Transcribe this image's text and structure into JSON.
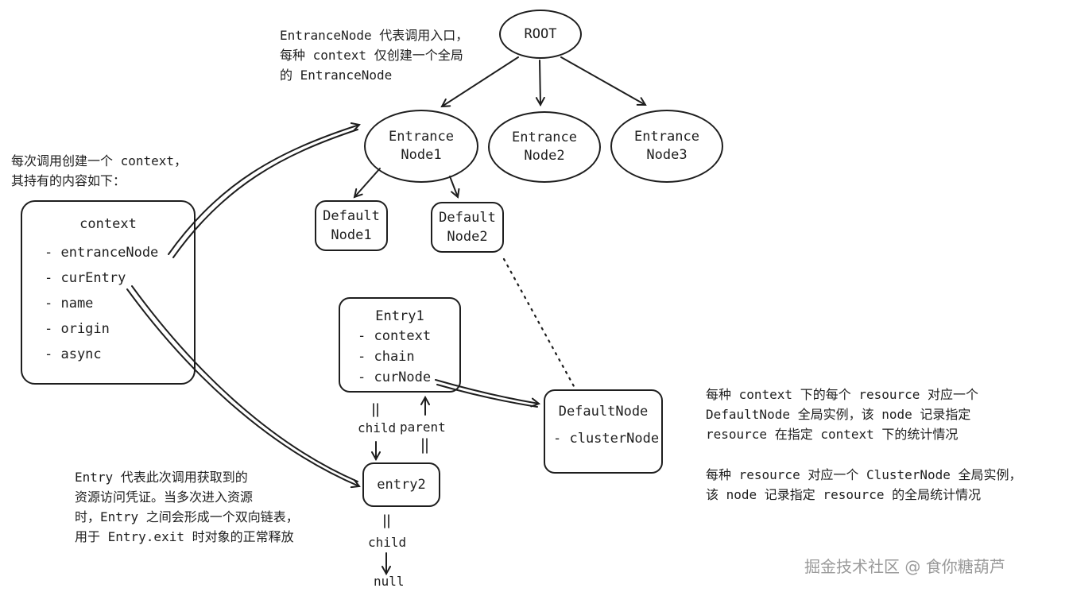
{
  "colors": {
    "ink": "#1e1e1e",
    "watermark": "#9a9a9a",
    "background": "#ffffff"
  },
  "nodes": {
    "root": "ROOT",
    "entrance1": "Entrance\nNode1",
    "entrance2": "Entrance\nNode2",
    "entrance3": "Entrance\nNode3",
    "default1": "Default\nNode1",
    "default2": "Default\nNode2"
  },
  "context_box": {
    "title": "context",
    "fields": [
      "- entranceNode",
      "- curEntry",
      "- name",
      "- origin",
      "- async"
    ]
  },
  "entry1_box": {
    "title": "Entry1",
    "fields": [
      "- context",
      "- chain",
      "- curNode"
    ]
  },
  "entry2_box": {
    "title": "entry2"
  },
  "defaultnode_box": {
    "title": "DefaultNode",
    "fields": [
      "- clusterNode"
    ]
  },
  "labels": {
    "child_1": "child",
    "parent": "parent",
    "child_2": "child",
    "null": "null"
  },
  "notes": {
    "entrance": "EntranceNode 代表调用入口，\n每种 context 仅创建一个全局\n的 EntranceNode",
    "context": "每次调用创建一个 context，\n其持有的内容如下：",
    "entry": "Entry 代表此次调用获取到的\n资源访问凭证。当多次进入资源\n时，Entry 之间会形成一个双向链表，\n用于 Entry.exit 时对象的正常释放",
    "defaultnode": "每种 context 下的每个 resource 对应一个\nDefaultNode 全局实例，该 node 记录指定\nresource 在指定 context 下的统计情况",
    "clusternode": "每种 resource 对应一个 ClusterNode 全局实例，\n该 node 记录指定 resource 的全局统计情况"
  },
  "watermark": "掘金技术社区 @ 食你糖葫芦"
}
